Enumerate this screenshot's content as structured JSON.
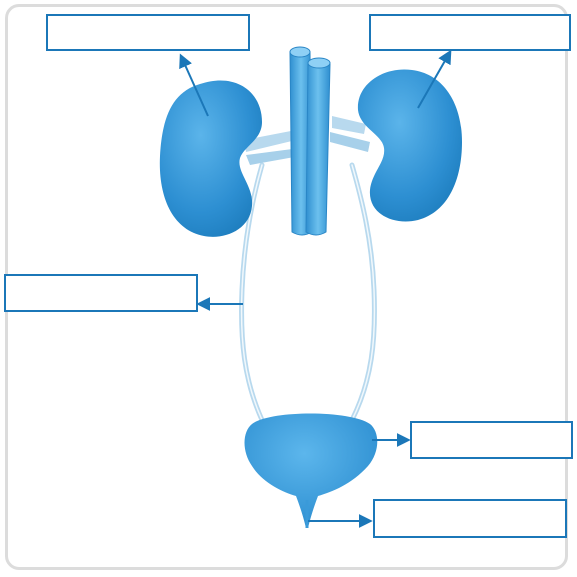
{
  "diagram": {
    "colors": {
      "organ_fill": "#3a9ad9",
      "organ_dark": "#1f7fc0",
      "vessel_fill": "#4aa6e0",
      "tube_stroke": "#b8d9ee",
      "arrow": "#1b77b8",
      "box_border": "#1b77b8",
      "frame": "#dcdcdc"
    },
    "organs": [
      "left-kidney",
      "right-kidney",
      "aorta",
      "vena-cava",
      "left-ureter",
      "right-ureter",
      "bladder",
      "urethra"
    ],
    "labels": {
      "kidney_left": "",
      "kidney_right": "",
      "ureter": "",
      "bladder": "",
      "urethra": ""
    }
  }
}
